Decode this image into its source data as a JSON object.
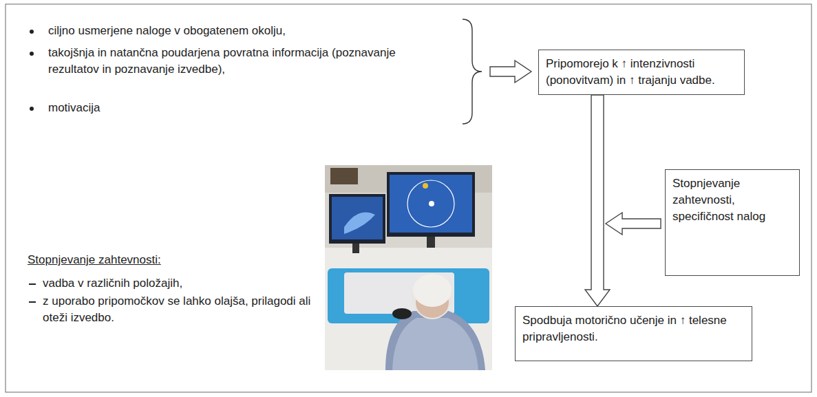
{
  "diagram": {
    "nodes": [
      {
        "text": [
          "Pripomorejo k ↑ intenzivnosti (ponovitvam) in ↑ trajanju vadbe."
        ]
      },
      {
        "text": [
          "Stopnjevanje zahtevnosti, specifičnost nalog"
        ]
      },
      {
        "text": [
          "Spodbuja motorično učenje in ↑ telesne pripravljenosti."
        ]
      }
    ],
    "edges": [
      {
        "from": 0,
        "to": 2,
        "arrow": "to"
      }
    ],
    "labels": [
      "ciljno usmerjene naloge v obogatenem okolju,",
      "takojšnja in natančna poudarjena povratna informacija (poznavanje rezultatov in poznavanje izvedbe),",
      "motivacija",
      "Stopnjevanje zahtevnosti:",
      "vadba v različnih položajih,",
      "z uporabo pripomočkov se lahko olajša, prilagodi ali oteži izvedbo."
    ]
  }
}
